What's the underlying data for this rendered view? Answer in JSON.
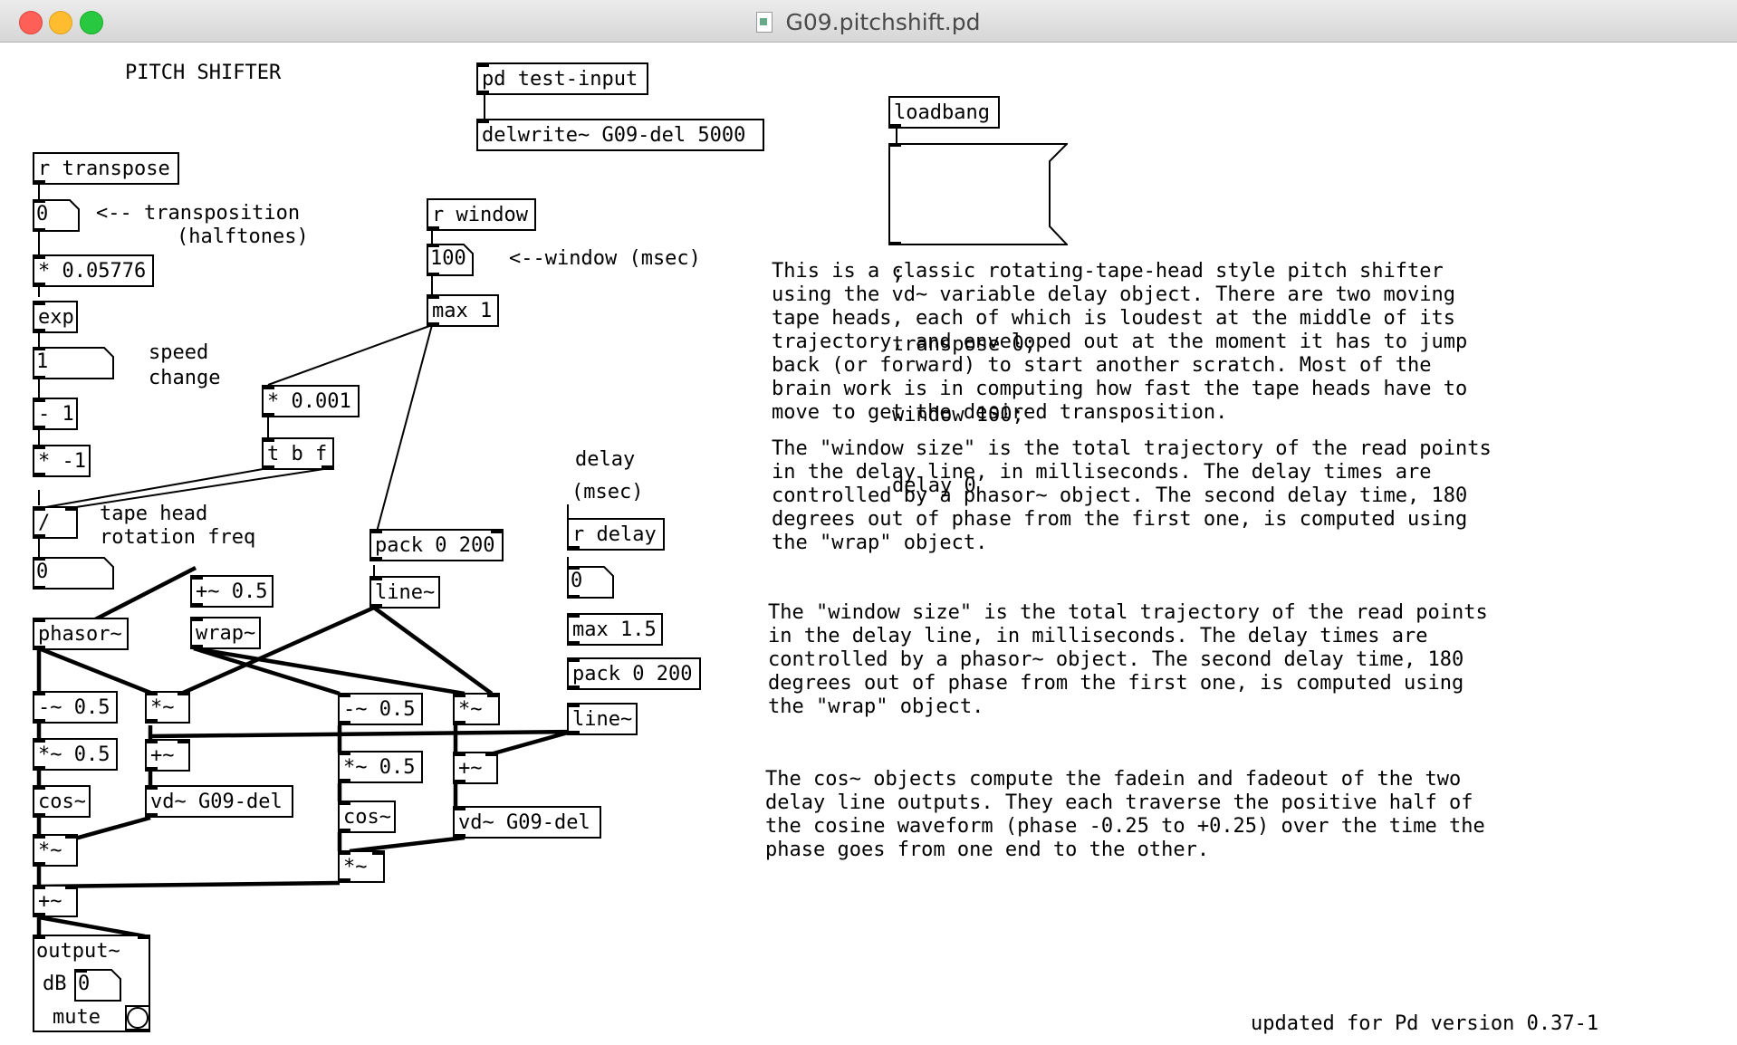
{
  "window": {
    "title": "G09.pitchshift.pd",
    "colors": {
      "close": "#fe5f57",
      "minimize": "#febc2e",
      "maximize": "#28c840"
    }
  },
  "canvas": {
    "heading": "PITCH SHIFTER",
    "objects": {
      "pd_test_input": "pd test-input",
      "delwrite": "delwrite~ G09-del 5000",
      "loadbang": "loadbang",
      "r_transpose": "r transpose",
      "mul_05776": "* 0.05776",
      "exp": "exp",
      "minus_1": "- 1",
      "mul_neg1": "* -1",
      "div": "/",
      "phasor": "phasor~",
      "plus_05": "+~ 0.5",
      "wrap": "wrap~",
      "r_window": "r window",
      "max_1": "max 1",
      "mul_0001": "* 0.001",
      "tbf": "t b f",
      "pack_window": "pack 0 200",
      "line_window": "line~",
      "r_delay": "r delay",
      "max_15": "max 1.5",
      "pack_delay": "pack 0 200",
      "line_delay": "line~",
      "minus05_a": "-~ 0.5",
      "mul05_a": "*~ 0.5",
      "cos_a": "cos~",
      "mul_a1": "*~",
      "plus_a": "+~",
      "vd_a": "vd~ G09-del",
      "mul_a2": "*~",
      "plus_out": "+~",
      "minus05_b": "-~ 0.5",
      "mul05_b": "*~ 0.5",
      "cos_b": "cos~",
      "mul_b1": "*~",
      "plus_b": "+~",
      "vd_b": "vd~ G09-del",
      "mul_b2": "*~",
      "output": "output~"
    },
    "numbers": {
      "transposition": "0",
      "speed": "1",
      "rotation": "0",
      "window": "100",
      "delay": "0",
      "output_db": "0"
    },
    "message": [
      ";",
      "transpose 0;",
      "window 100;",
      "delay 0"
    ],
    "comments": {
      "transposition_1": "<-- transposition",
      "transposition_2": "(halftones)",
      "window": "<--window (msec)",
      "speed_1": "speed",
      "speed_2": "change",
      "tape_1": "tape head",
      "tape_2": "rotation freq",
      "delay_1": "delay",
      "delay_2": "(msec)",
      "output_db": "dB",
      "output_mute": "mute",
      "para1": "This is a classic rotating-tape-head style pitch shifter\nusing the vd~ variable delay object. There are two moving\ntape heads, each of which is loudest at the middle of its\ntrajectory, and enveloped out at the moment it has to jump\nback (or forward) to start another scratch. Most of the\nbrain work is in computing how fast the tape heads have to\nmove to get the desired transposition.",
      "para2": "The \"window size\" is the total trajectory of the read points\nin the delay line, in milliseconds. The delay times are\ncontrolled by a phasor~ object. The second delay time, 180\ndegrees out of phase from the first one, is computed using\nthe \"wrap\" object.",
      "para3": "The \"window size\" is the total trajectory of the read points\nin the delay line, in milliseconds. The delay times are\ncontrolled by a phasor~ object. The second delay time, 180\ndegrees out of phase from the first one, is computed using\nthe \"wrap\" object.",
      "para4": "The cos~ objects compute the fadein and fadeout of the two\ndelay line outputs. They each traverse the positive half of\nthe cosine waveform (phase -0.25 to +0.25) over the time the\nphase goes from one end to the other.",
      "footer": "updated for Pd version 0.37-1"
    }
  }
}
